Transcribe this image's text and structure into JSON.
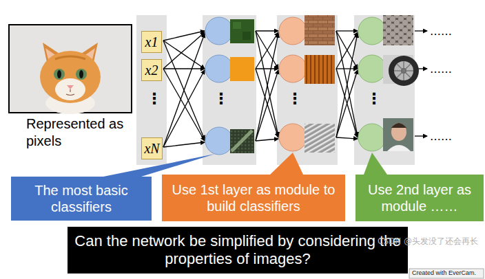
{
  "diagram": {
    "nodes": [
      {
        "text": [
          "x1"
        ]
      },
      {
        "text": [
          "x2"
        ]
      },
      {
        "text": [
          "xN"
        ]
      },
      {
        "text": [
          "The most basic classifiers"
        ]
      },
      {
        "text": [
          "Use 1st layer as module to build classifiers"
        ]
      },
      {
        "text": [
          "Use 2nd layer as module ……"
        ]
      },
      {
        "text": [
          "Can the network be simplified by considering the properties of images?"
        ]
      }
    ],
    "labels": [
      "Represented as pixels",
      "⋮",
      "⋮",
      "⋮",
      "⋮",
      "……",
      "……",
      "……",
      "CSDN @头发没了还会再长",
      "Created with EverCam."
    ]
  }
}
